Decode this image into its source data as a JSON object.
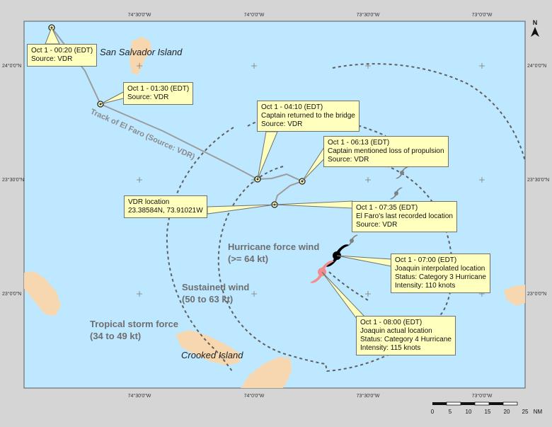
{
  "frame_labels": {
    "top": [
      "74°30'0\"W",
      "74°0'0\"W",
      "73°30'0\"W",
      "73°0'0\"W"
    ],
    "bottom": [
      "74°30'0\"W",
      "74°0'0\"W",
      "73°30'0\"W",
      "73°0'0\"W"
    ],
    "left": [
      "24°0'0\"N",
      "23°30'0\"N",
      "23°0'0\"N"
    ],
    "right": [
      "24°0'0\"N",
      "23°30'0\"N",
      "23°0'0\"N"
    ]
  },
  "places": {
    "san_salvador": "San Salvador Island",
    "crooked": "Crooked Island",
    "track": "Track of El Faro (Source: VDR)"
  },
  "wind_zones": {
    "hurricane": [
      "Hurricane force wind",
      "(>= 64 kt)"
    ],
    "sustained": [
      "Sustained wind",
      "(50 to 63 kt)"
    ],
    "tropical": [
      "Tropical storm force",
      "(34 to 49 kt)"
    ]
  },
  "callouts": {
    "c0020": [
      "Oct 1 - 00:20 (EDT)",
      "Source: VDR"
    ],
    "c0130": [
      "Oct 1 - 01:30 (EDT)",
      "Source: VDR"
    ],
    "c0410": [
      "Oct 1 - 04:10 (EDT)",
      "Captain returned to the bridge",
      "Source: VDR"
    ],
    "c0613": [
      "Oct 1 - 06:13 (EDT)",
      "Captain mentioned loss of propulsion",
      "Source: VDR"
    ],
    "vdr": [
      "VDR location",
      "23.38584N, 73.91021W"
    ],
    "c0735": [
      "Oct 1 - 07:35 (EDT)",
      "El Faro's last recorded location",
      "Source: VDR"
    ],
    "c0700": [
      "Oct 1 - 07:00 (EDT)",
      "Joaquin interpolated location",
      "Status: Category 3 Hurricane",
      "Intensity: 110 knots"
    ],
    "c0800": [
      "Oct 1 - 08:00 (EDT)",
      "Joaquin actual location",
      "Status: Category 4 Hurricane",
      "Intensity: 115 knots"
    ]
  },
  "scale_bar": {
    "ticks": [
      "0",
      "5",
      "10",
      "15",
      "20",
      "25"
    ],
    "unit": "NM"
  },
  "north_arrow": "N",
  "colors": {
    "water": "#bee8ff",
    "land": "#f7d7af",
    "frame": "#d5d5d5",
    "track": "#9c9c9c",
    "callout_fill": "#ffffbe",
    "wind_label": "#6e6e6e",
    "hurricane_actual": "#f48c8c"
  }
}
